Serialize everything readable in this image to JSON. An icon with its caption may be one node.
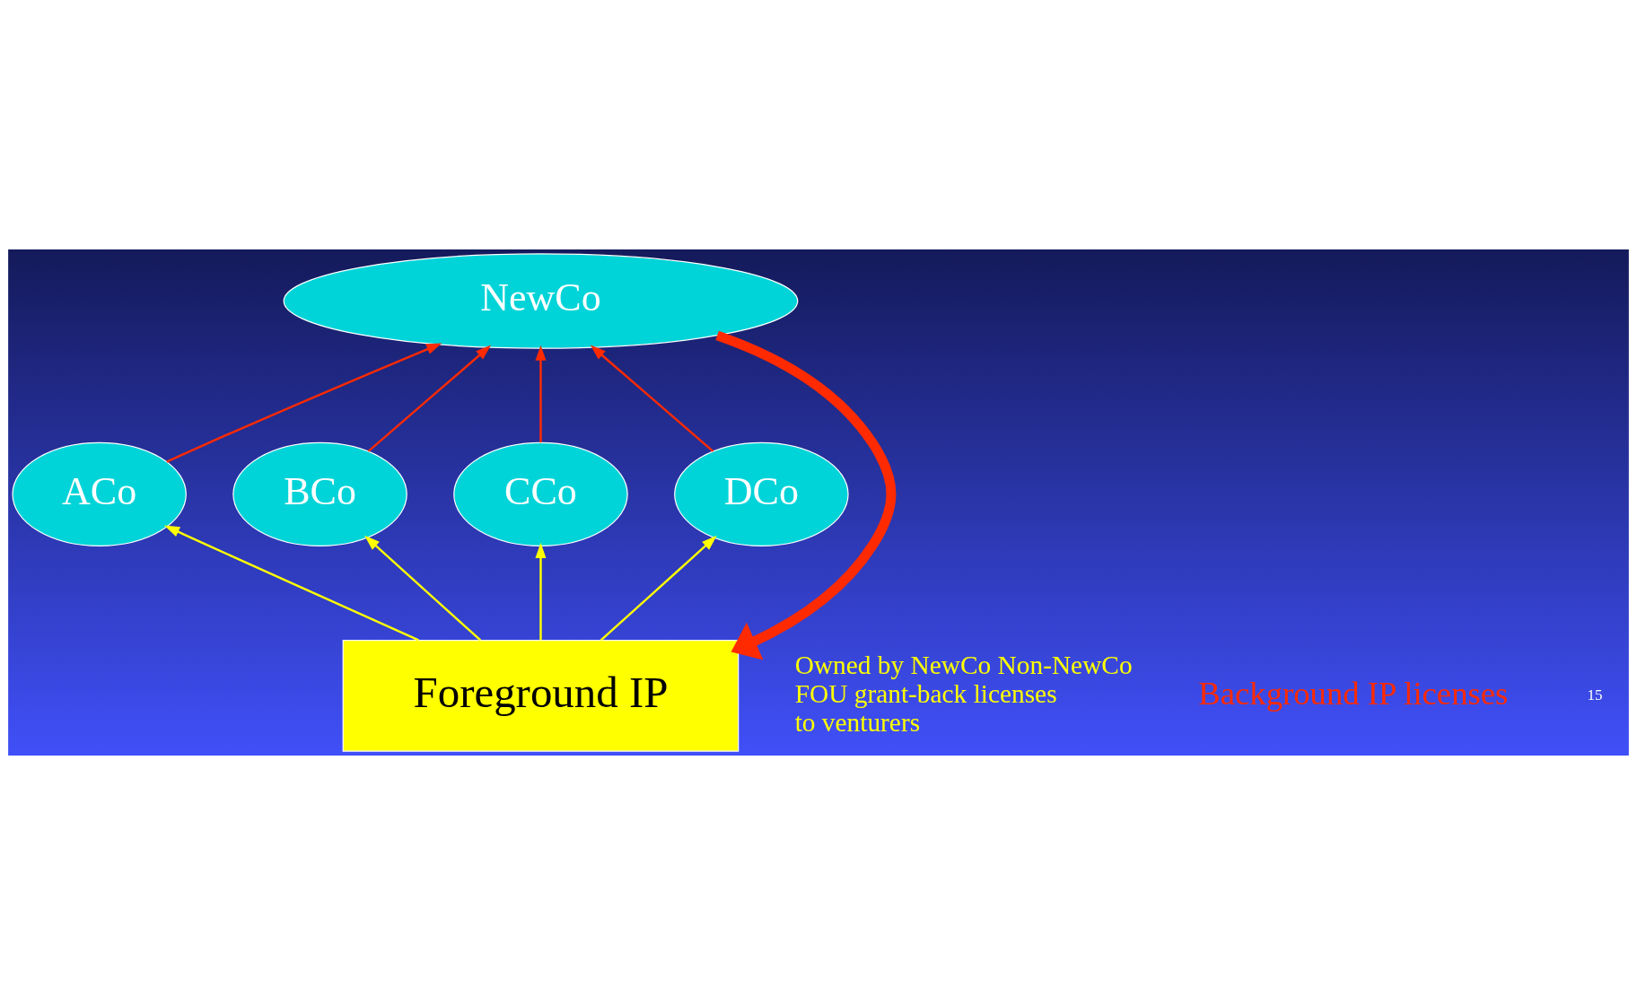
{
  "diagram": {
    "nodes": [
      {
        "text": [
          "Foreground IP"
        ],
        "beside": [
          "Owned by NewCo Non-NewCo FOU grant-back licenses to venturers"
        ]
      },
      {
        "text": [
          "NewCo"
        ]
      },
      {
        "text": [
          "ACo"
        ]
      },
      {
        "text": [
          "BCo"
        ]
      },
      {
        "text": [
          "CCo"
        ]
      },
      {
        "text": [
          "DCo"
        ]
      }
    ],
    "edges": [
      {
        "from": 1,
        "to": 0,
        "arrow": "to",
        "style": "thick",
        "color": "#ff2a00"
      },
      {
        "from": 2,
        "to": 1,
        "arrow": "to",
        "color": "#ff2a00"
      },
      {
        "from": 3,
        "to": 1,
        "arrow": "to",
        "color": "#ff2a00"
      },
      {
        "from": 4,
        "to": 1,
        "arrow": "to",
        "color": "#ff2a00"
      },
      {
        "from": 5,
        "to": 1,
        "arrow": "to",
        "color": "#ff2a00"
      },
      {
        "from": 0,
        "to": 2,
        "arrow": "to",
        "color": "#ffff00"
      },
      {
        "from": 0,
        "to": 3,
        "arrow": "to",
        "color": "#ffff00"
      },
      {
        "from": 0,
        "to": 4,
        "arrow": "to",
        "color": "#ffff00"
      },
      {
        "from": 0,
        "to": 5,
        "arrow": "to",
        "color": "#ffff00"
      }
    ],
    "labels": [
      "Background IP licenses",
      "15"
    ]
  }
}
